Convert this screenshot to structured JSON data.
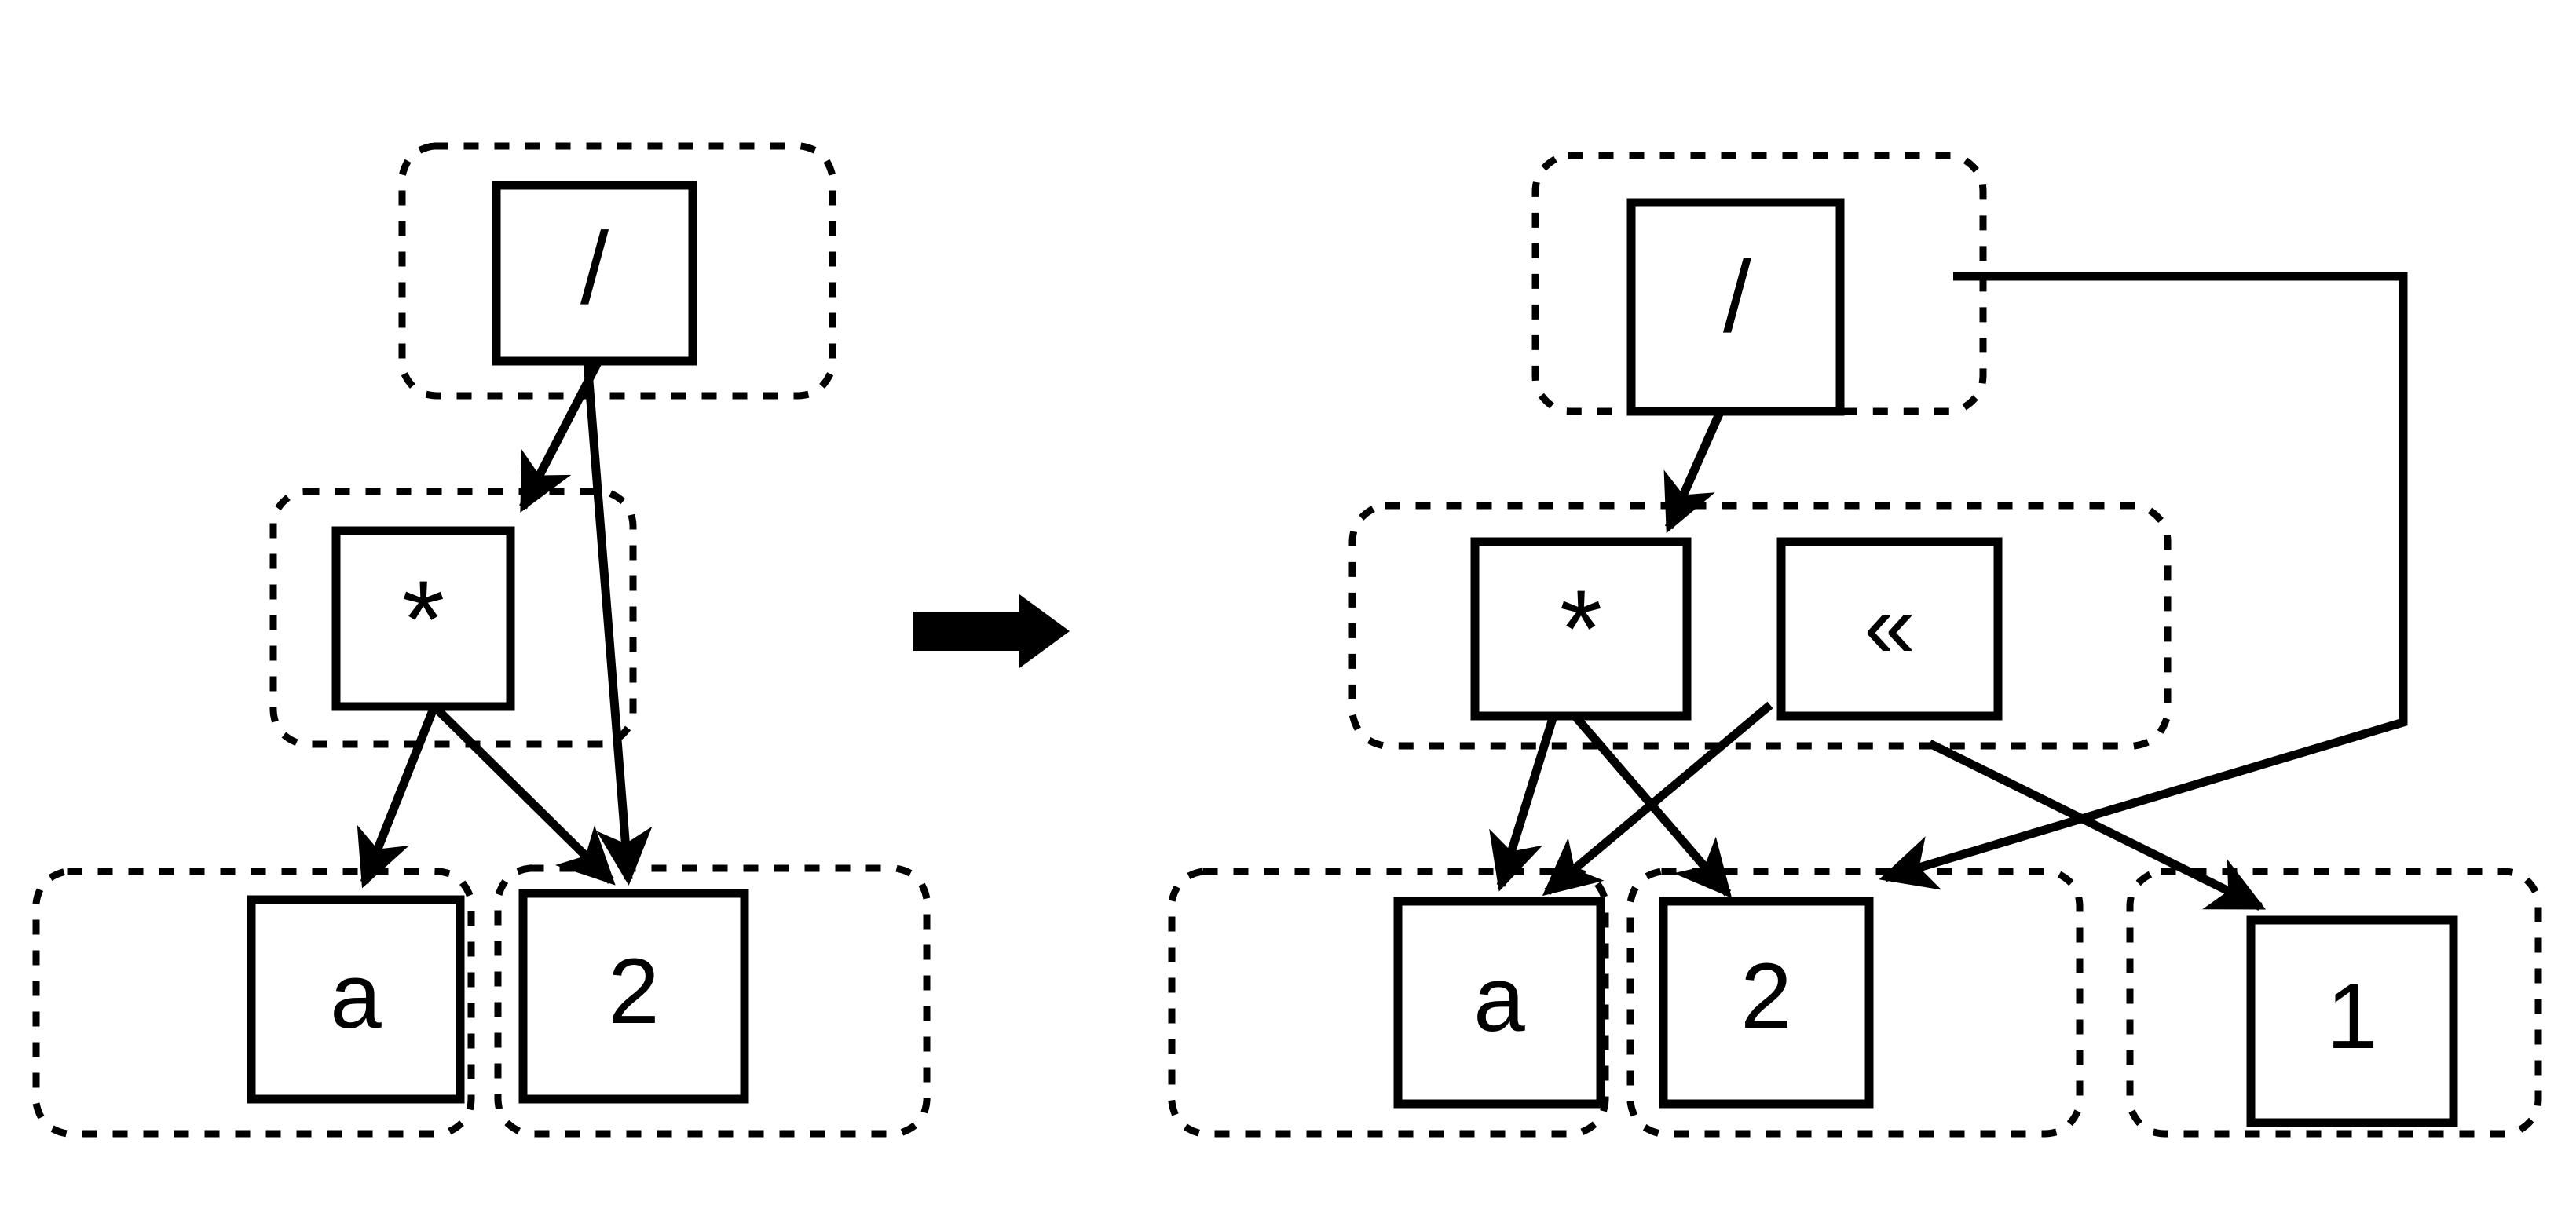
{
  "diagram": {
    "kind": "expression-dag-rewrite",
    "title": "",
    "colors": {
      "stroke": "#000000",
      "fill": "#ffffff",
      "background": "#ffffff"
    },
    "transform_arrow": {
      "label": "rewrite-arrow",
      "direction": "right"
    },
    "left_graph": {
      "name": "source-dag",
      "nodes": [
        {
          "id": "l-div",
          "label": "/",
          "icon": "divide-operator"
        },
        {
          "id": "l-mul",
          "label": "*",
          "icon": "multiply-operator"
        },
        {
          "id": "l-a",
          "label": "a",
          "icon": "variable-a"
        },
        {
          "id": "l-two",
          "label": "2",
          "icon": "literal-2"
        }
      ],
      "edges": [
        {
          "from": "l-div",
          "to": "l-mul"
        },
        {
          "from": "l-div",
          "to": "l-two"
        },
        {
          "from": "l-mul",
          "to": "l-a"
        },
        {
          "from": "l-mul",
          "to": "l-two"
        }
      ],
      "groups": [
        {
          "id": "lg-div",
          "members": [
            "l-div"
          ]
        },
        {
          "id": "lg-mul",
          "members": [
            "l-mul"
          ]
        },
        {
          "id": "lg-a",
          "members": [
            "l-a"
          ]
        },
        {
          "id": "lg-two",
          "members": [
            "l-two"
          ]
        }
      ]
    },
    "right_graph": {
      "name": "rewritten-dag",
      "nodes": [
        {
          "id": "r-div",
          "label": "/",
          "icon": "divide-operator"
        },
        {
          "id": "r-mul",
          "label": "*",
          "icon": "multiply-operator"
        },
        {
          "id": "r-shl",
          "label": "«",
          "icon": "shift-left-operator"
        },
        {
          "id": "r-a",
          "label": "a",
          "icon": "variable-a"
        },
        {
          "id": "r-two",
          "label": "2",
          "icon": "literal-2"
        },
        {
          "id": "r-one",
          "label": "1",
          "icon": "literal-1"
        }
      ],
      "edges": [
        {
          "from": "r-div",
          "to": "r-mul"
        },
        {
          "from": "r-div",
          "to": "r-two"
        },
        {
          "from": "r-mul",
          "to": "r-a"
        },
        {
          "from": "r-mul",
          "to": "r-two"
        },
        {
          "from": "r-shl",
          "to": "r-a"
        },
        {
          "from": "r-shl",
          "to": "r-one"
        }
      ],
      "groups": [
        {
          "id": "rg-div",
          "members": [
            "r-div"
          ]
        },
        {
          "id": "rg-mulshl",
          "members": [
            "r-mul",
            "r-shl"
          ]
        },
        {
          "id": "rg-a",
          "members": [
            "r-a"
          ]
        },
        {
          "id": "rg-two",
          "members": [
            "r-two"
          ]
        },
        {
          "id": "rg-one",
          "members": [
            "r-one"
          ]
        }
      ]
    }
  }
}
